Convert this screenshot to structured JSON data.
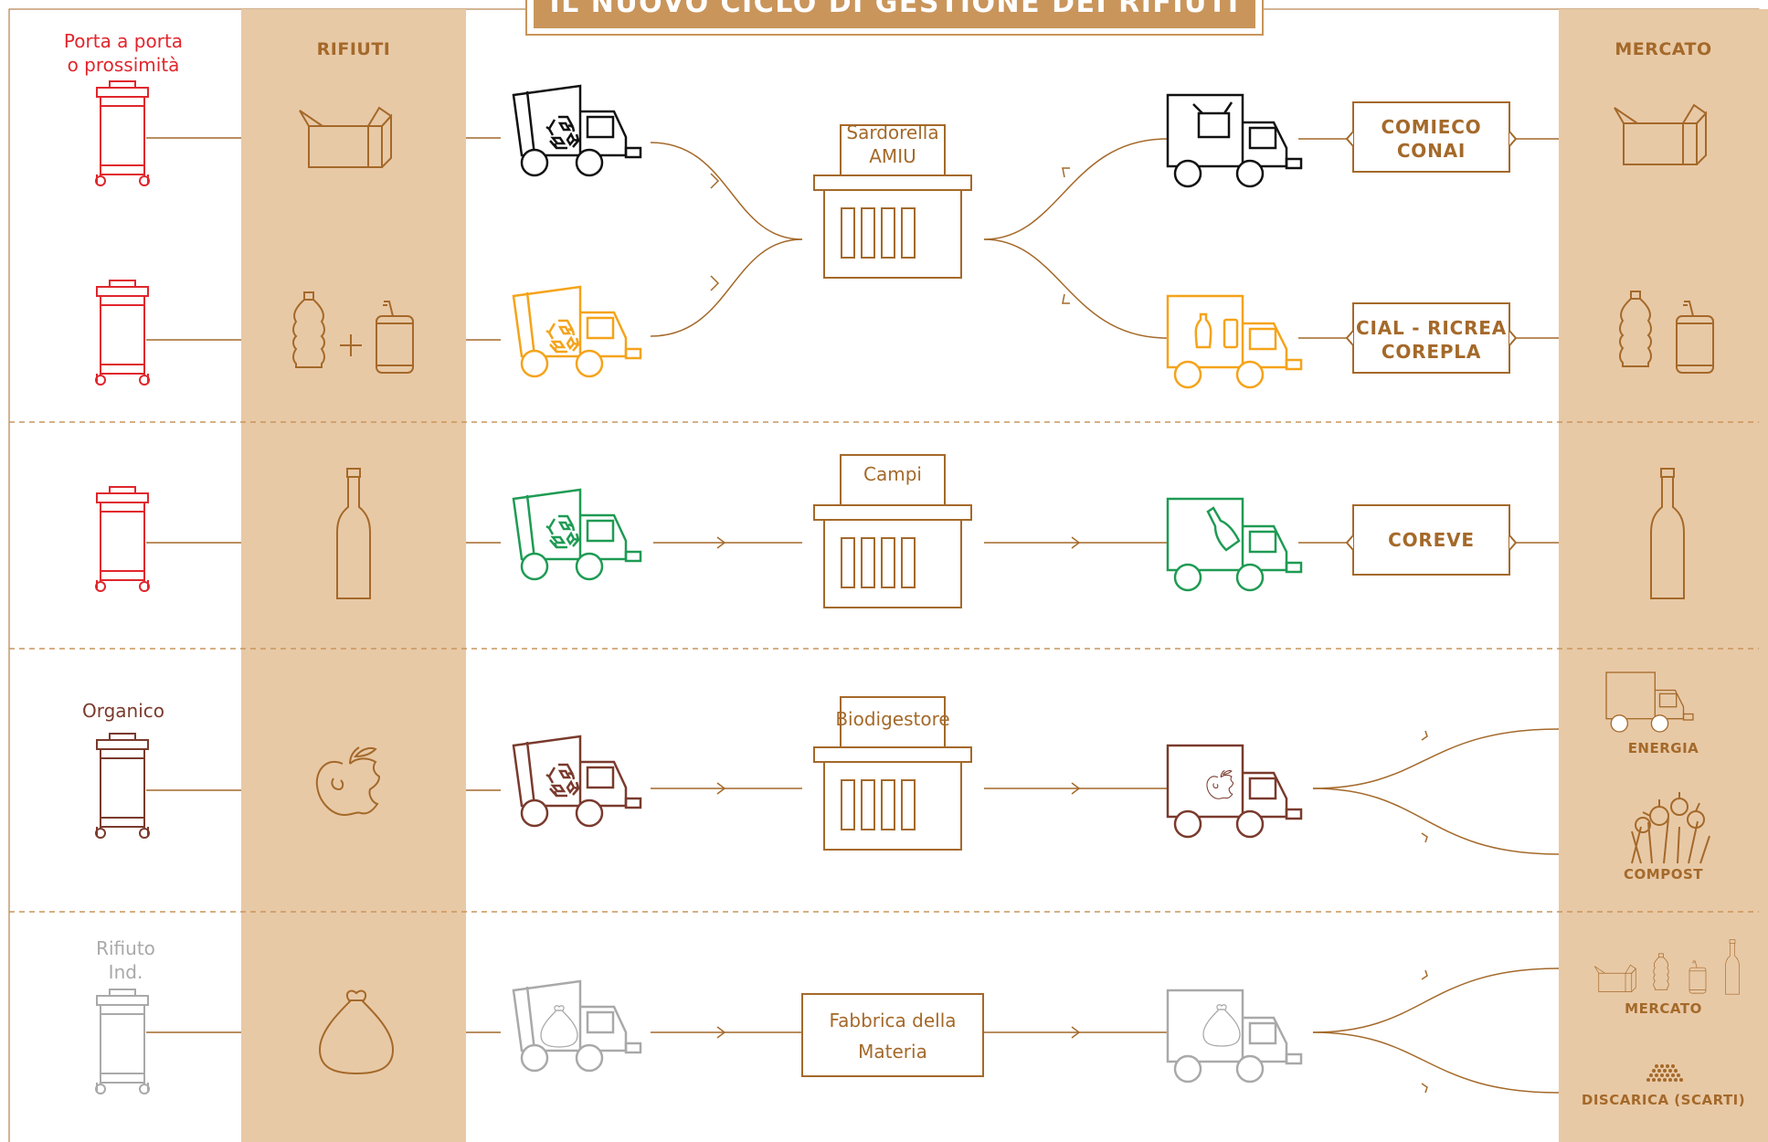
{
  "title": "IL NUOVO CICLO DI GESTIONE DEI RIFIUTI",
  "headers": {
    "rifiuti": "RIFIUTI",
    "mercato": "MERCATO"
  },
  "colors": {
    "band": "#e8c9a6",
    "line": "#a4692a",
    "red": "#e0262c",
    "orange": "#f5a31a",
    "green": "#1e9b53",
    "brown": "#7a3a2d",
    "grey": "#a9a9a9",
    "black": "#111111"
  },
  "collection": {
    "porta": "Porta a porta\no prossimità",
    "organico": "Organico",
    "rifiuto_ind": "Rifiuto\nInd."
  },
  "plants": {
    "sardorella": "Sardorella\nAMIU",
    "campi": "Campi",
    "biodigestore": "Biodigestore",
    "fabbrica": "Fabbrica della\nMateria"
  },
  "consortia": {
    "comieco": "COMIECO\nCONAI",
    "cial": "CIAL - RICREA\nCOREPLA",
    "coreve": "COREVE"
  },
  "market_labels": {
    "energia": "ENERGIA",
    "compost": "COMPOST",
    "mercato": "MERCATO",
    "discarica": "DISCARICA (SCARTI)"
  },
  "icons": [
    "bin-icon",
    "cardboard-box-icon",
    "plastic-bottle-icon",
    "can-icon",
    "glass-bottle-icon",
    "apple-core-icon",
    "trash-bag-icon",
    "garbage-truck-icon",
    "delivery-truck-icon",
    "recycle-icon",
    "factory-icon",
    "plants-icon",
    "gravel-pile-icon"
  ]
}
